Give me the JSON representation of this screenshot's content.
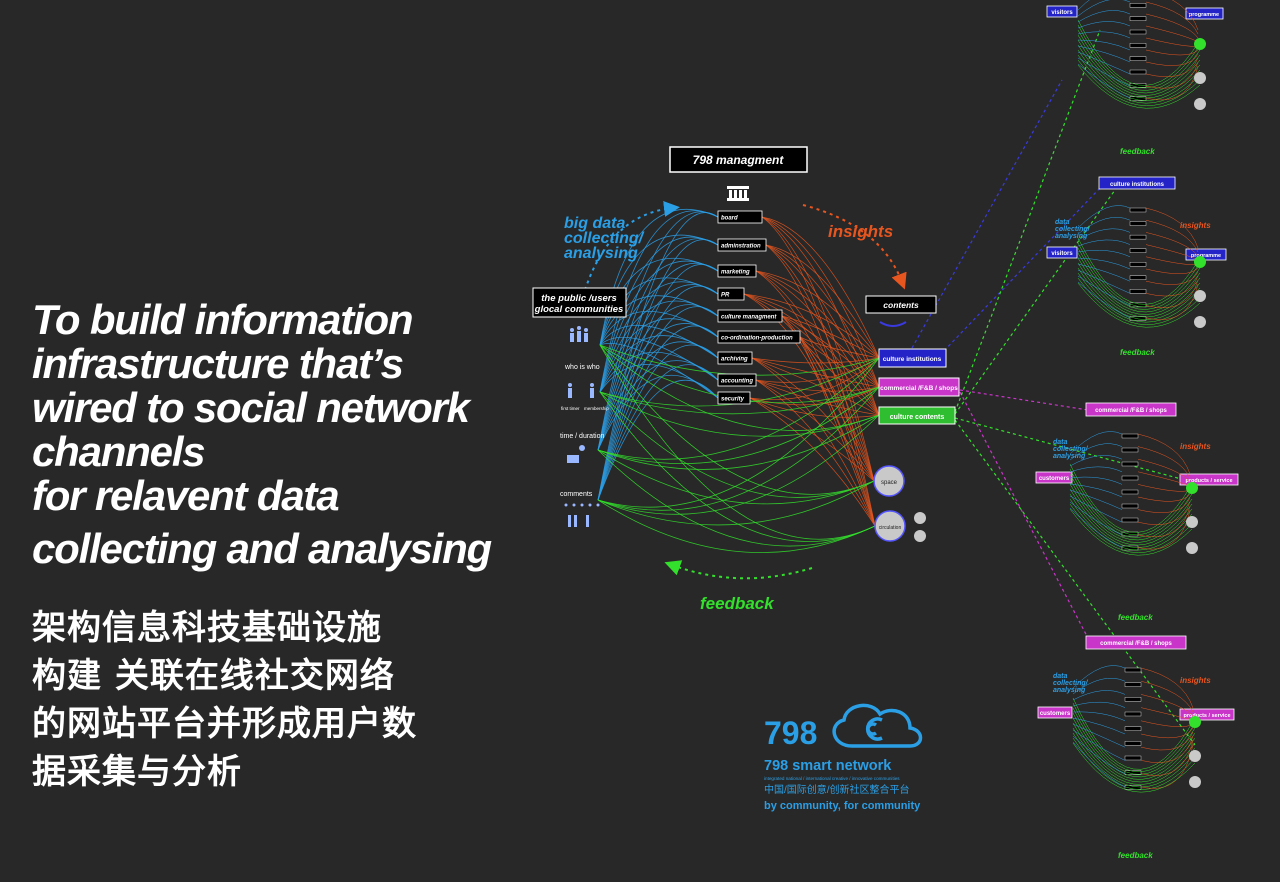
{
  "headline": [
    "To build information",
    "infrastructure that’s",
    "wired to social network",
    "channels",
    "for relavent data",
    "collecting and analysing"
  ],
  "chinese": [
    "架构信息科技基础设施",
    "构建 关联在线社交网络",
    "的网站平台并形成用户数",
    "据采集与分析"
  ],
  "diagram": {
    "management": "798 managment",
    "big_data": [
      "big data",
      "collecting/",
      "analysing"
    ],
    "insights": "insights",
    "feedback": "feedback",
    "public": [
      "the public /users",
      "glocal communities"
    ],
    "who_is_who": "who is who",
    "first_timer": "first timer",
    "membership": "membership",
    "time_duration": "time / duration",
    "comments": "comments",
    "departments": [
      "board",
      "adminstration",
      "marketing",
      "PR",
      "culture managment",
      "co-ordination-production",
      "archiving",
      "accounting",
      "security"
    ],
    "contents": "contents",
    "content_items": [
      "culture institutions",
      "commercial /F&B / shops",
      "culture contents"
    ],
    "space": "space",
    "circulation": "circulation"
  },
  "mini": {
    "visitors": "visitors",
    "programme": "programme",
    "feedback": "feedback",
    "culture_institutions": "culture institutions",
    "data": [
      "data",
      "collecting/",
      "analysing"
    ],
    "insights": "insights",
    "commercial": "commercial /F&B / shops",
    "customers": "customers",
    "products": "products / service"
  },
  "logo": {
    "number": "798",
    "name": "798 smart network",
    "tagline": "integrated national / international creative / innovative communities",
    "chinese": "中国/国际创意/创新社区整合平台",
    "slogan": "by community, for community"
  },
  "colors": {
    "background": "#282828",
    "blue": "#2b9fe6",
    "orange": "#e8561f",
    "green": "#33e02b",
    "purple": "#c935c9",
    "navy": "#2323c8"
  }
}
